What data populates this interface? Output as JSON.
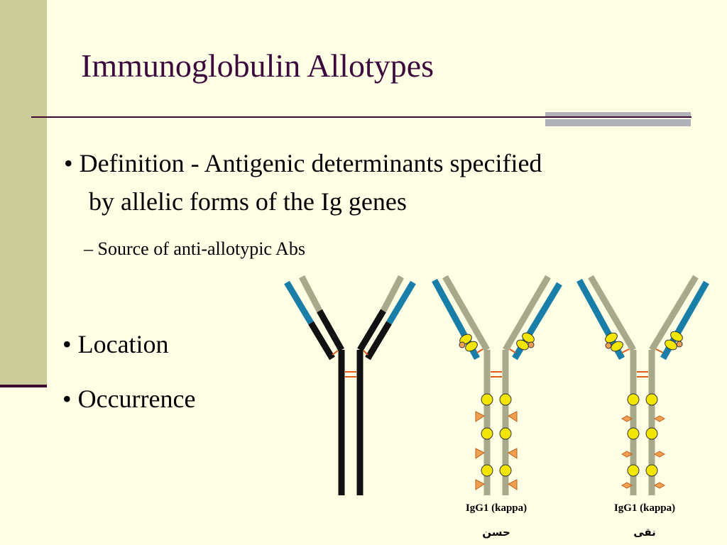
{
  "slide": {
    "title": "Immunoglobulin Allotypes",
    "bullets": {
      "definition_line1": "• Definition - Antigenic determinants specified",
      "definition_line2": "by allelic forms of the Ig genes",
      "sub_bullet": "– Source of anti-allotypic Abs",
      "location": "• Location",
      "occurrence": "• Occurrence"
    }
  },
  "colors": {
    "background": "#FFFFE6",
    "band": "#CCCC99",
    "title": "#3D0A3D",
    "heavy_chain": "#A8A88A",
    "light_chain_variable": "#1A7FA8",
    "disulfide": "#E05A1A",
    "allotype_marker_yellow": "#F2E600",
    "allotype_marker_orange": "#F0A050"
  },
  "diagram": {
    "antibodies": [
      {
        "id": "generic",
        "caption": "",
        "name": ""
      },
      {
        "id": "ab2",
        "caption": "IgG1 (kappa)",
        "name": "حسن"
      },
      {
        "id": "ab3",
        "caption": "IgG1 (kappa)",
        "name": "نقی"
      }
    ]
  }
}
